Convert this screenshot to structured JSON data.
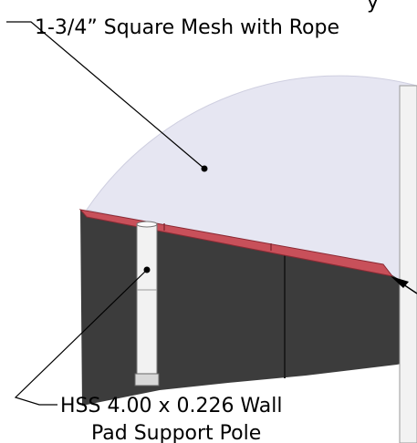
{
  "labels": {
    "top_partial": "y",
    "top_line": "1-3/4” Square Mesh with Rope",
    "bottom_line1": "HSS 4.00 x 0.226 Wall",
    "bottom_line2": "Pad Support Pole"
  },
  "colors": {
    "mesh": "#e6e6f2",
    "pad": "#3c3c3c",
    "rope": "#c8505a",
    "pole": "#f2f2f2"
  }
}
